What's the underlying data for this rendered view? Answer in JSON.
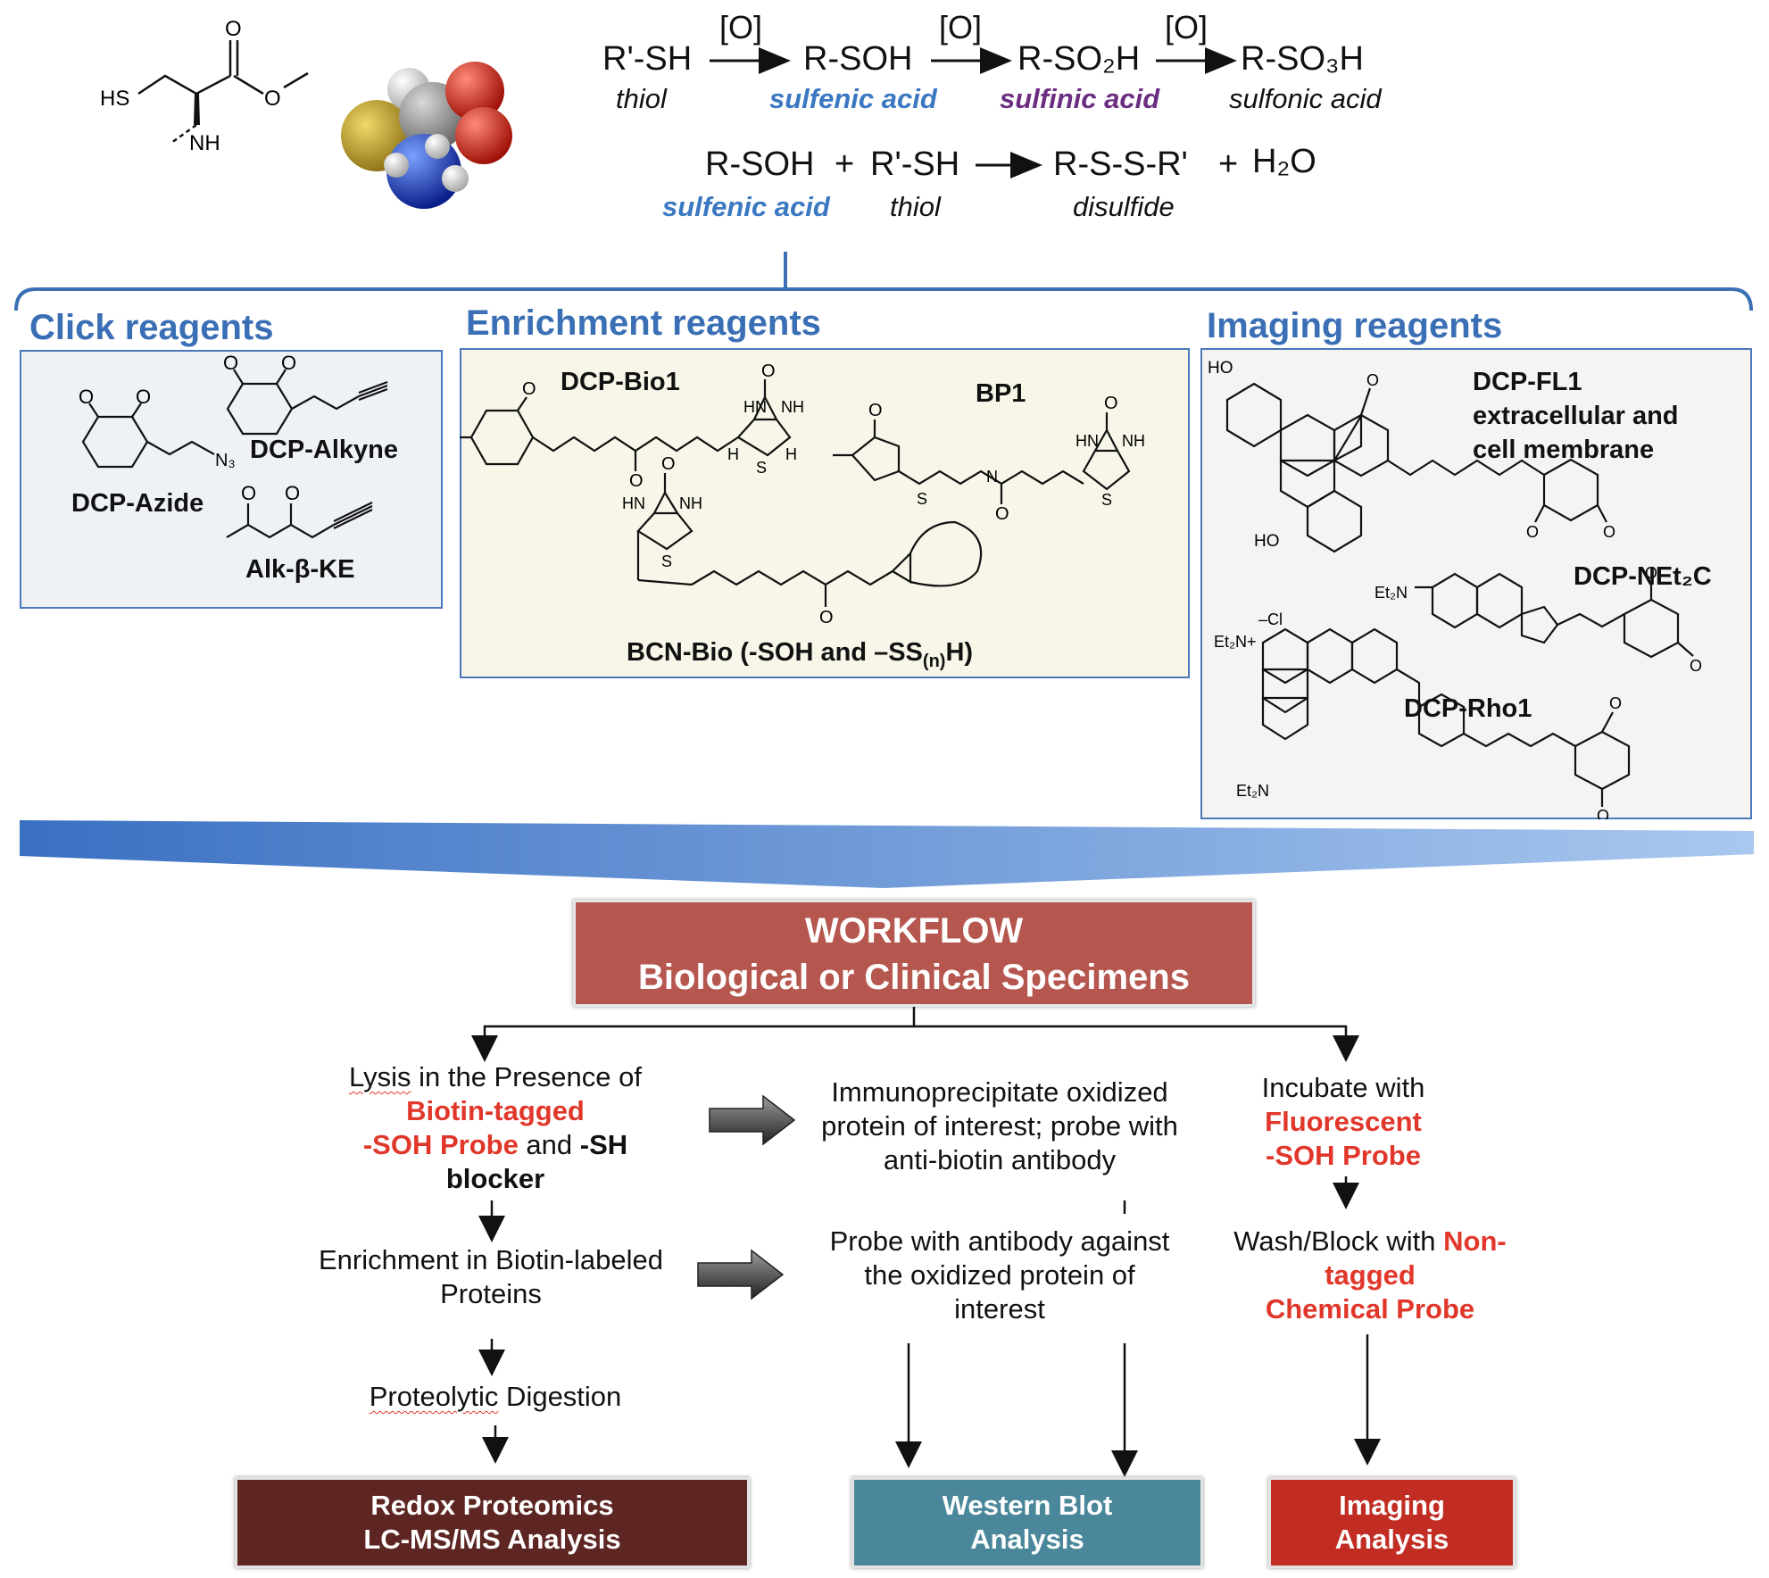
{
  "scheme": {
    "r1": {
      "thiol": "R'-SH",
      "sulfenic": "R-SOH",
      "sulfinic": "R-SO₂H",
      "sulfonic": "R-SO₃H",
      "oxidant": "[O]"
    },
    "r1_labels": {
      "thiol": "thiol",
      "sulfenic": "sulfenic acid",
      "sulfinic": "sulfinic acid",
      "sulfonic": "sulfonic acid"
    },
    "r2": {
      "sulfenic": "R-SOH",
      "plus1": "+",
      "thiol": "R'-SH",
      "disulfide": "R-S-S-R'",
      "plus2": "+",
      "water": "H₂O"
    },
    "r2_labels": {
      "sulfenic": "sulfenic acid",
      "thiol": "thiol",
      "disulfide": "disulfide"
    },
    "cysteine_atoms": {
      "sh": "HS",
      "o1": "O",
      "o2": "O",
      "nh": "NH"
    }
  },
  "sections": {
    "click": "Click reagents",
    "enrichment": "Enrichment reagents",
    "imaging": "Imaging reagents"
  },
  "click_reagents": {
    "alkyne": "DCP-Alkyne",
    "azide": "DCP-Azide",
    "alk_ke": "Alk-β-KE",
    "n3": "N₃"
  },
  "enrichment_reagents": {
    "bio1": "DCP-Bio1",
    "bp1": "BP1",
    "bcn_prefix": "BCN-Bio (-SOH and –SS",
    "bcn_sub": "(n)",
    "bcn_suffix": "H)"
  },
  "imaging_reagents": {
    "fl1": "DCP-FL1",
    "fl1_note1": "extracellular and",
    "fl1_note2": "cell membrane",
    "net2c": "DCP-NEt₂C",
    "rho1": "DCP-Rho1",
    "ho": "HO",
    "et2n": "Et₂N",
    "et2n_plus": "Et₂N+",
    "cl": "–Cl"
  },
  "workflow": {
    "title": "WORKFLOW",
    "subtitle": "Biological or Clinical Specimens",
    "lysis": {
      "w1": "Lysis",
      "w2": " in the Presence of",
      "red1": "Biotin-tagged",
      "red2": "-SOH Probe",
      "and": " and ",
      "b1": "-SH",
      "b2": "blocker"
    },
    "enrich": "Enrichment in Biotin-labeled Proteins",
    "digest": {
      "w1": "Proteolytic",
      "w2": " Digestion"
    },
    "immuno": "Immunoprecipitate oxidized protein of interest; probe with anti-biotin antibody",
    "probe": "Probe with antibody against the oxidized protein of interest",
    "incubate": {
      "t1": "Incubate with",
      "red1": "Fluorescent",
      "red2": "-SOH Probe"
    },
    "wash": {
      "t1": "Wash/Block with ",
      "red1": "Non-",
      "red2": "tagged",
      "red3": "Chemical Probe"
    },
    "outputs": {
      "redox1": "Redox Proteomics",
      "redox2": "LC-MS/MS Analysis",
      "western1": "Western Blot",
      "western2": "Analysis",
      "imaging1": "Imaging",
      "imaging2": "Analysis"
    }
  },
  "colors": {
    "accent_blue": "#3a6fb5",
    "sulfenic_blue": "#3a78c2",
    "sulfinic_purple": "#6b2d7f",
    "highlight_red": "#e1372b",
    "workflow_header": "#b5574f",
    "redox_box": "#5d2622",
    "western_box": "#4a879a",
    "imaging_box": "#c12d22",
    "click_panel": "#eef2f7",
    "enrich_panel": "#f7f6e8",
    "imaging_panel": "#f5f4f2"
  }
}
